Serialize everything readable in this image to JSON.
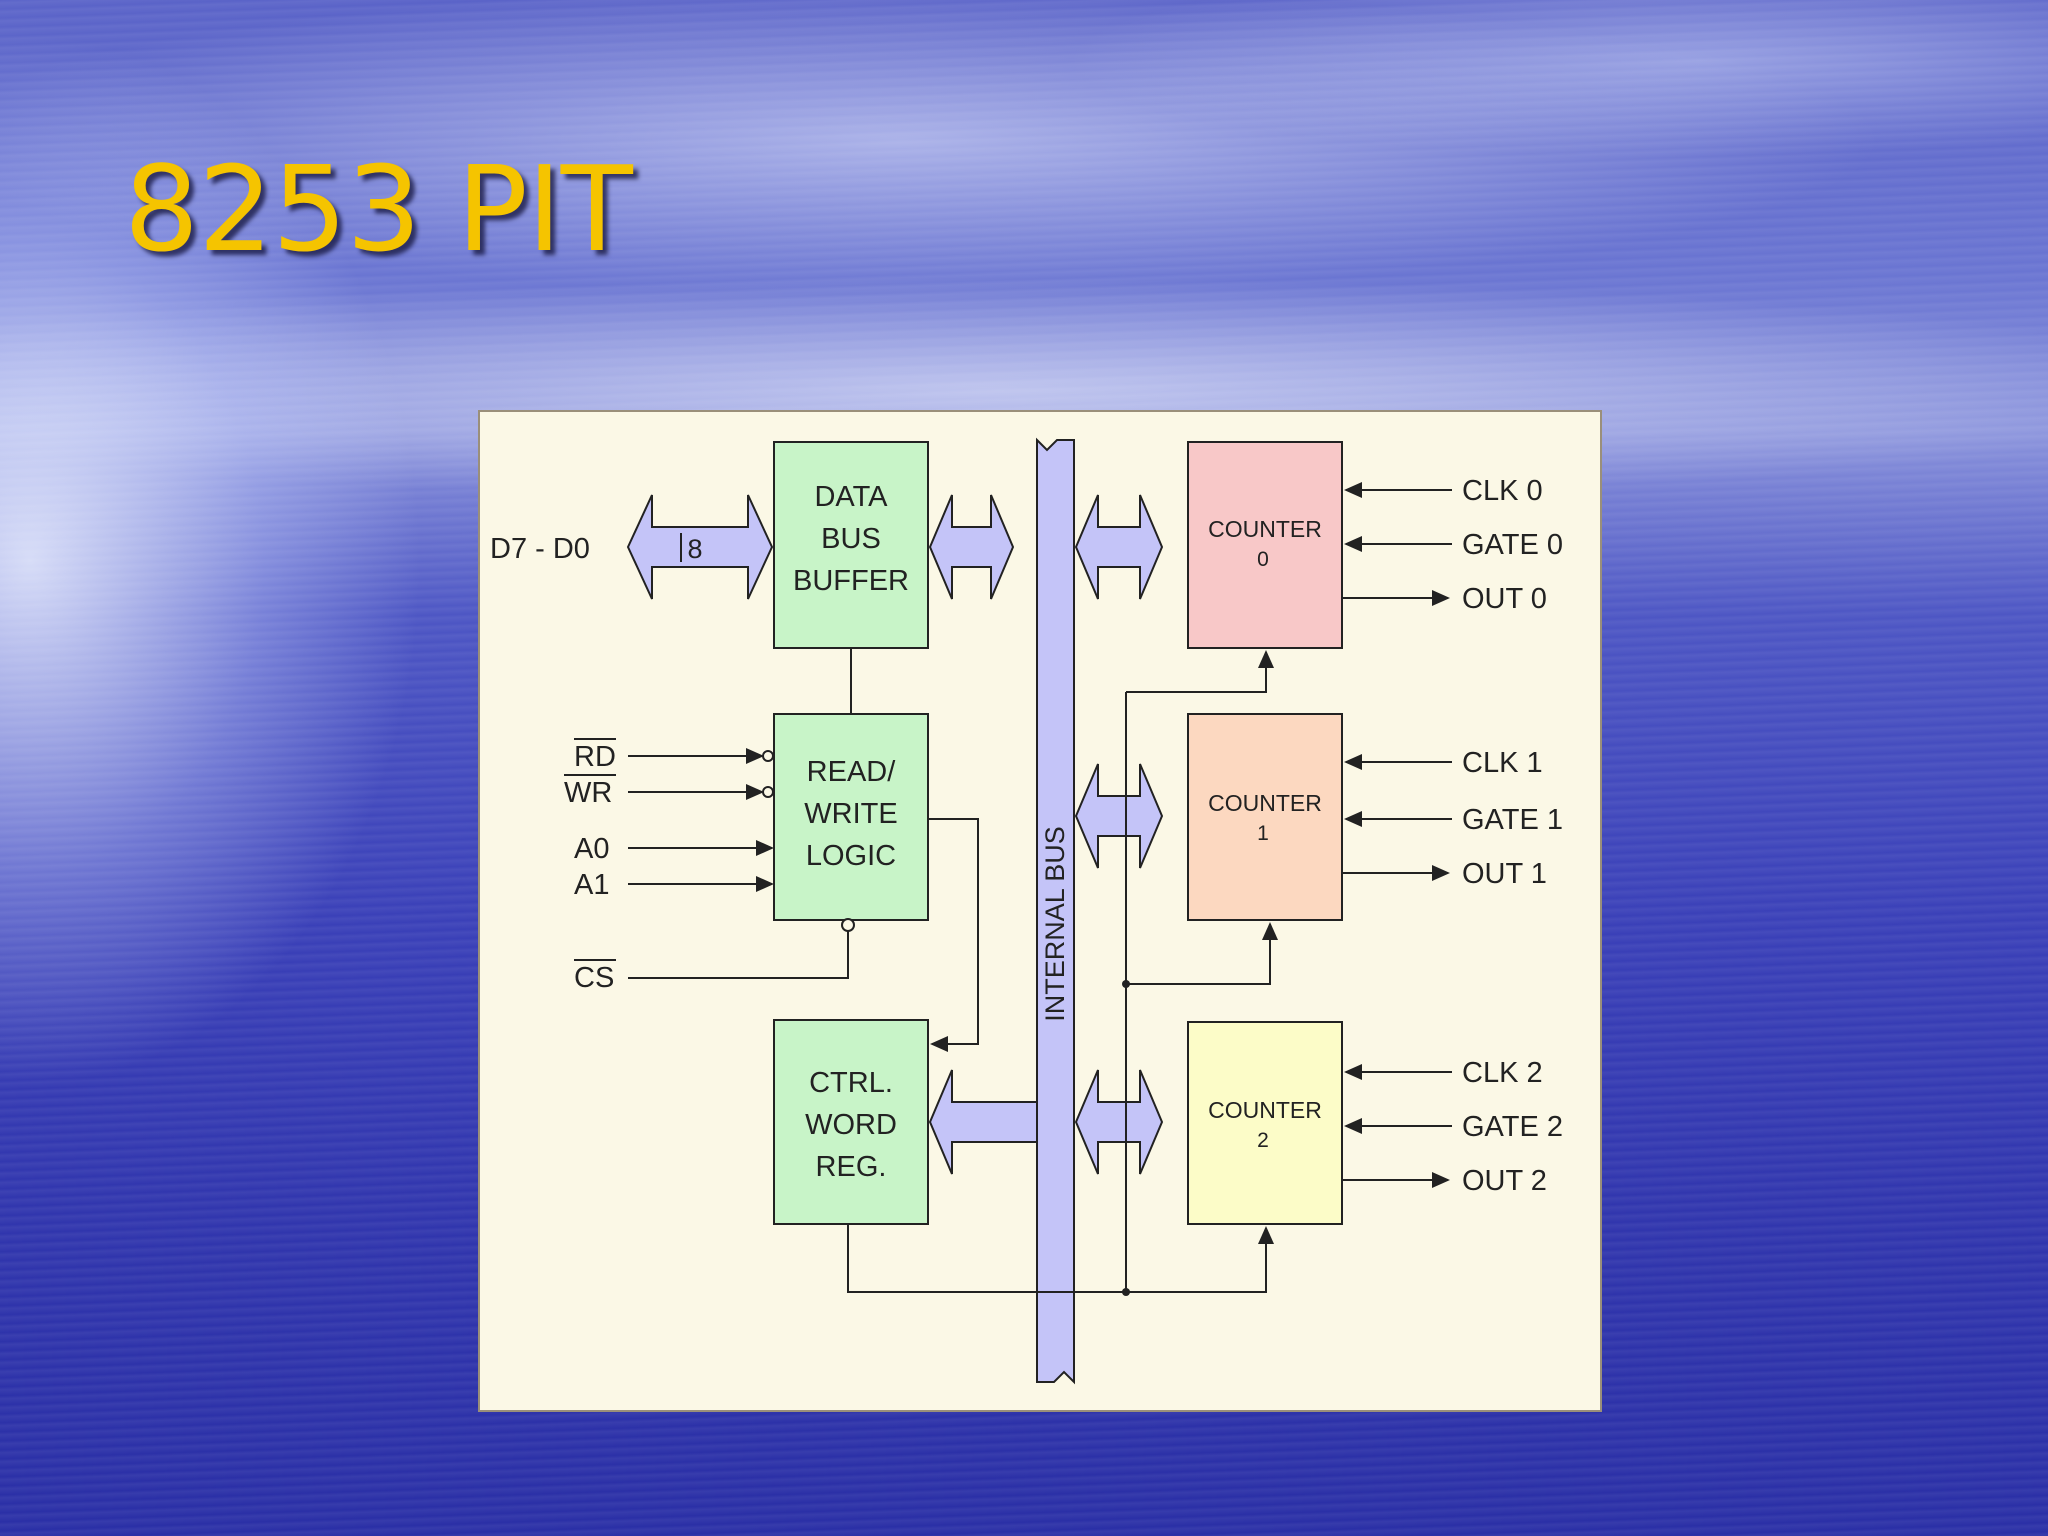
{
  "slide": {
    "title": "8253 PIT"
  },
  "diagram": {
    "data_bus": {
      "label": "D7 - D0",
      "width": "8"
    },
    "blocks": {
      "data_bus_buffer": [
        "DATA",
        "BUS",
        "BUFFER"
      ],
      "rw_logic": [
        "READ/",
        "WRITE",
        "LOGIC"
      ],
      "ctrl_word_reg": [
        "CTRL.",
        "WORD",
        "REG."
      ]
    },
    "internal_bus": "INTERNAL BUS",
    "control_inputs": {
      "rd": "RD",
      "wr": "WR",
      "a0": "A0",
      "a1": "A1",
      "cs": "CS"
    },
    "counters": [
      {
        "name": "COUNTER",
        "number": "0",
        "clk": "CLK 0",
        "gate": "GATE 0",
        "out": "OUT 0",
        "color": "#f8c8c8"
      },
      {
        "name": "COUNTER",
        "number": "1",
        "clk": "CLK 1",
        "gate": "GATE 1",
        "out": "OUT 1",
        "color": "#fcd8c0"
      },
      {
        "name": "COUNTER",
        "number": "2",
        "clk": "CLK 2",
        "gate": "GATE 2",
        "out": "OUT 2",
        "color": "#fcfcc8"
      }
    ],
    "colors": {
      "block": "#c8f4c8",
      "bus": "#c4c4f8",
      "line": "#222222"
    }
  }
}
